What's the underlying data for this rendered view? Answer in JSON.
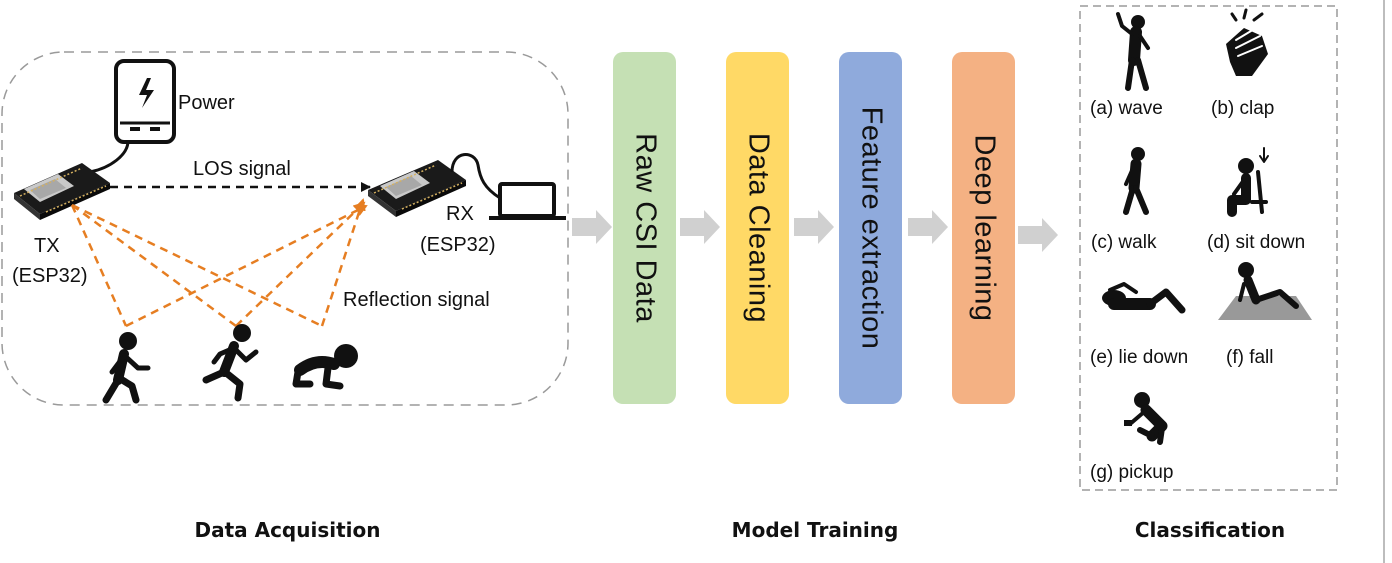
{
  "acquisition": {
    "power_label": "Power",
    "los_label": "LOS signal",
    "reflection_label": "Reflection signal",
    "tx_label": "TX",
    "tx_chip": "(ESP32)",
    "rx_label": "RX",
    "rx_chip": "(ESP32)"
  },
  "pipeline": [
    {
      "label": "Raw CSI Data",
      "color": "#c5e0b4"
    },
    {
      "label": "Data Cleaning",
      "color": "#ffd966"
    },
    {
      "label": "Feature extraction",
      "color": "#8faadc"
    },
    {
      "label": "Deep learning",
      "color": "#f4b183"
    }
  ],
  "classes": [
    {
      "label": "(a) wave",
      "icon": "wave-icon"
    },
    {
      "label": "(b) clap",
      "icon": "clap-icon"
    },
    {
      "label": "(c) walk",
      "icon": "walk-icon"
    },
    {
      "label": "(d) sit down",
      "icon": "sit-down-icon"
    },
    {
      "label": "(e) lie down",
      "icon": "lie-down-icon"
    },
    {
      "label": "(f) fall",
      "icon": "fall-icon"
    },
    {
      "label": "(g) pickup",
      "icon": "pickup-icon"
    }
  ],
  "sections": {
    "acquisition": "Data Acquisition",
    "training": "Model Training",
    "classification": "Classification"
  },
  "colors": {
    "reflection_line": "#e67e22",
    "arrow": "#d0d0d0",
    "border_dashed": "#9a9a9a"
  }
}
